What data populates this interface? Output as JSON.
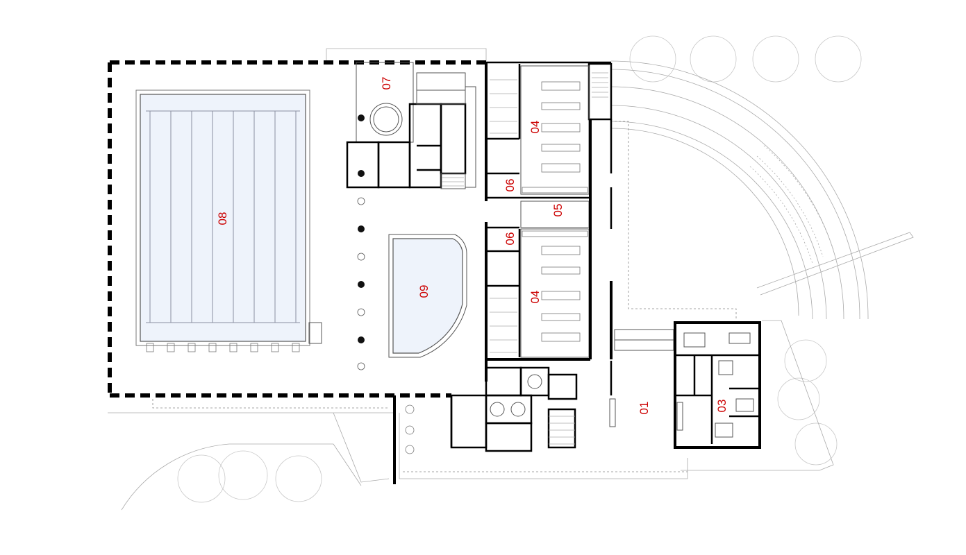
{
  "plan": {
    "rooms": [
      {
        "id": "r07",
        "label": "07",
        "rotated": true
      },
      {
        "id": "r08",
        "label": "08",
        "rotated": true
      },
      {
        "id": "r09",
        "label": "09",
        "rotated": true
      },
      {
        "id": "r04a",
        "label": "04",
        "rotated": true
      },
      {
        "id": "r06a",
        "label": "06",
        "rotated": true
      },
      {
        "id": "r05",
        "label": "05",
        "rotated": true
      },
      {
        "id": "r06b",
        "label": "06",
        "rotated": true
      },
      {
        "id": "r04b",
        "label": "04",
        "rotated": true
      },
      {
        "id": "r03",
        "label": "03",
        "rotated": true
      },
      {
        "id": "r01",
        "label": "01",
        "rotated": true
      }
    ],
    "colors": {
      "label": "#cc0000",
      "wall": "#000000",
      "water": "#eef3fb",
      "background": "#ffffff"
    }
  }
}
